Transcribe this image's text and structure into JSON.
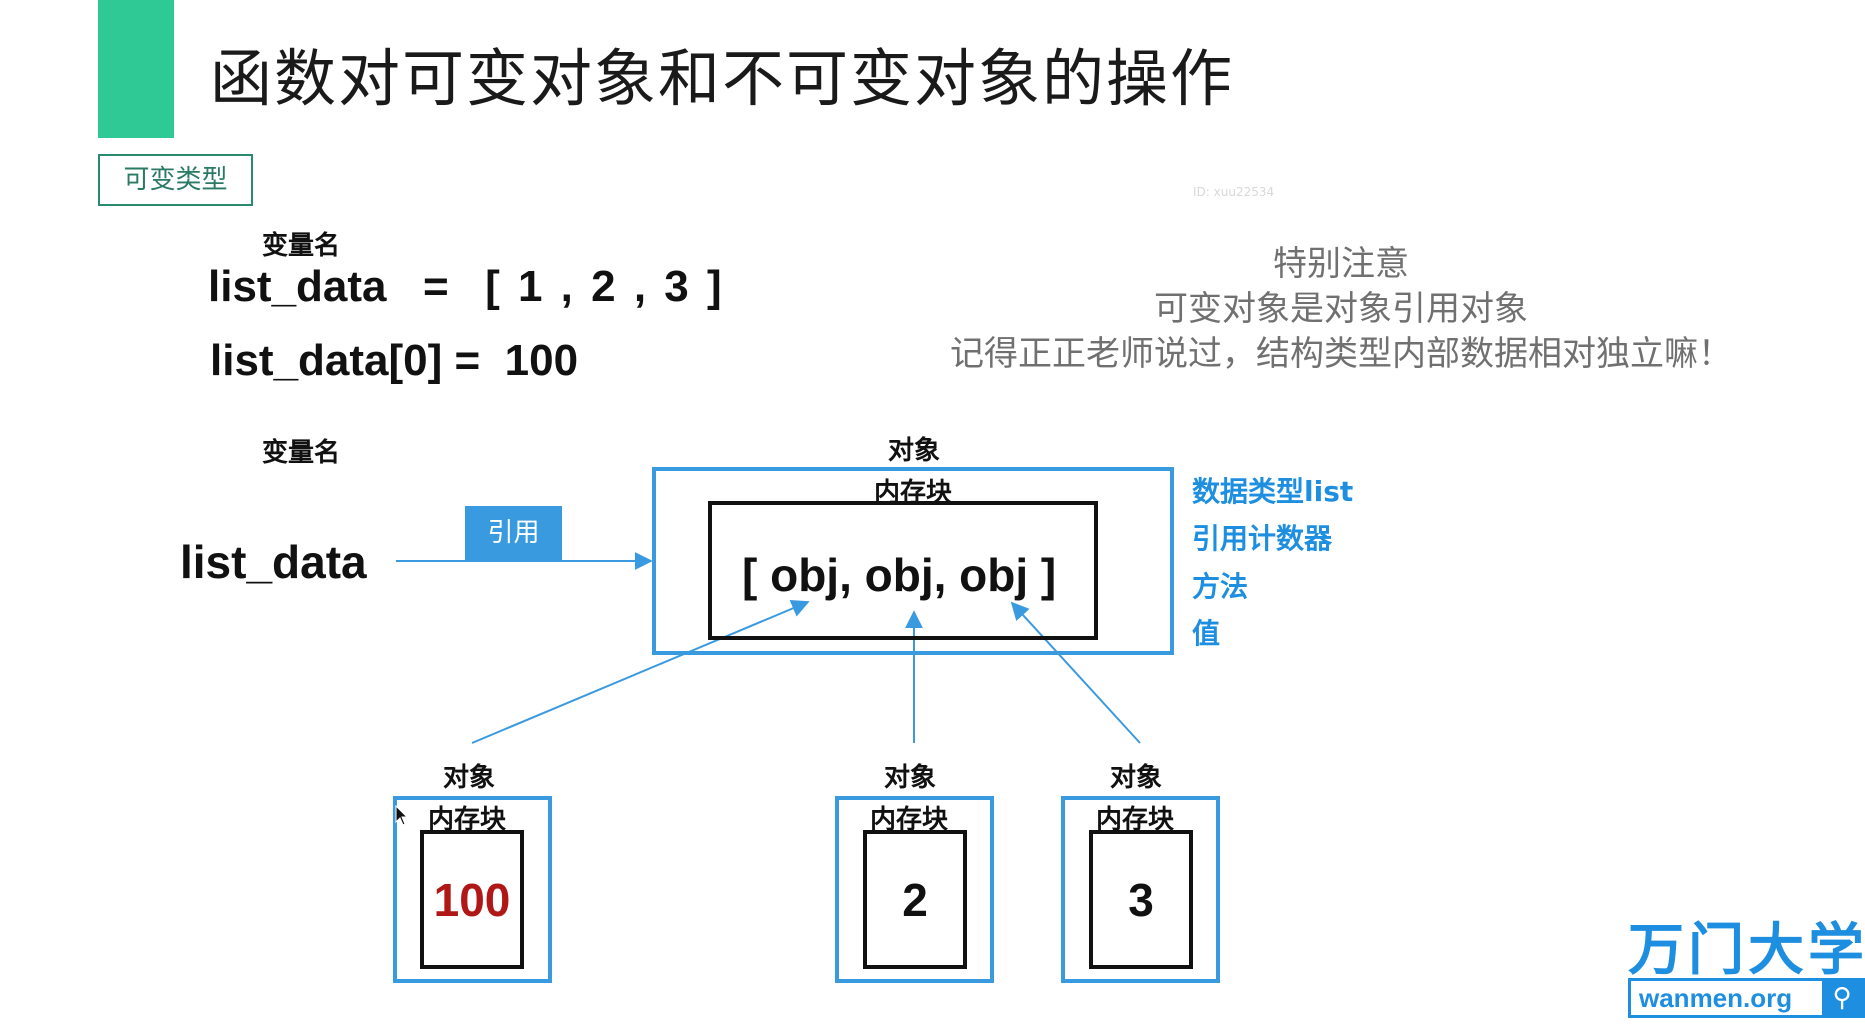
{
  "title": "函数对可变对象和不可变对象的操作",
  "tag": "可变类型",
  "code": {
    "label_top": "变量名",
    "line1": "list_data  =  [ 1 , 2 , 3 ]",
    "line2": "list_data[0] =  100"
  },
  "note": {
    "line1": "特别注意",
    "line2": "可变对象是对象引用对象",
    "line3": "记得正正老师说过，结构类型内部数据相对独立嘛！"
  },
  "watermark": "ID: xuu22534",
  "diagram": {
    "var_label": "变量名",
    "var_name": "list_data",
    "ref_tag": "引用",
    "main_object_label": "对象",
    "main_memory_label": "内存块",
    "main_content": "[ obj, obj, obj ]",
    "info": [
      "数据类型list",
      "引用计数器",
      "方法",
      "值"
    ],
    "small_objects": [
      {
        "object_label": "对象",
        "memory_label": "内存块",
        "value": "100",
        "value_color": "#b01818"
      },
      {
        "object_label": "对象",
        "memory_label": "内存块",
        "value": "2",
        "value_color": "#111111"
      },
      {
        "object_label": "对象",
        "memory_label": "内存块",
        "value": "3",
        "value_color": "#111111"
      }
    ]
  },
  "logo": {
    "top": "万门大学",
    "url": "wanmen.org",
    "search_icon": "magnifier-icon"
  },
  "colors": {
    "accent": "#2ec995",
    "blue": "#3a9ae0",
    "highlight_red": "#b01818"
  }
}
